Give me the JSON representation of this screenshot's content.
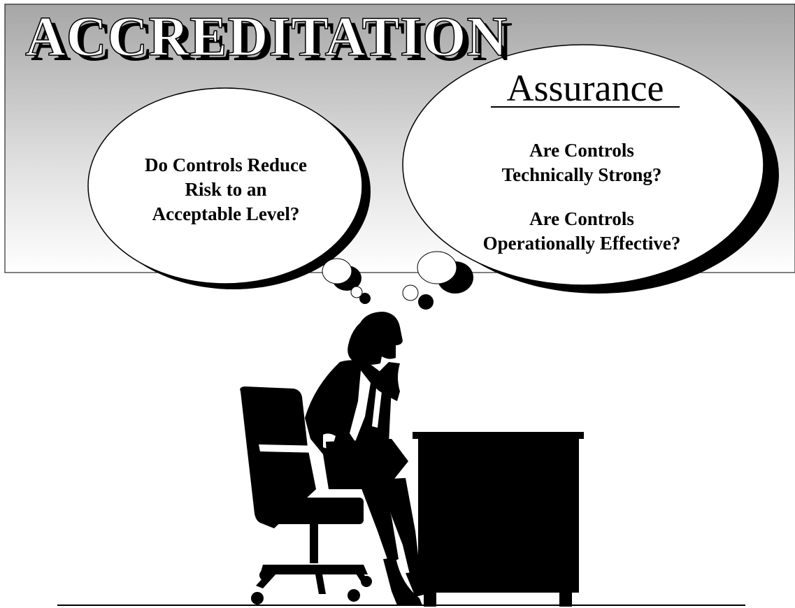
{
  "slide": {
    "title": "ACCREDITATION",
    "left_bubble": {
      "lines": [
        "Do Controls Reduce",
        "Risk to an",
        "Acceptable Level?"
      ]
    },
    "right_bubble": {
      "title": "Assurance",
      "question1": [
        "Are Controls",
        "Technically Strong?"
      ],
      "question2": [
        "Are Controls",
        "Operationally Effective?"
      ]
    }
  },
  "colors": {
    "banner_top": "#a6a6a6",
    "banner_bottom": "#ffffff",
    "ink": "#000000",
    "paper": "#ffffff"
  },
  "icons": {
    "figure": "businesswoman-thinking-silhouette",
    "chair": "office-chair-silhouette",
    "desk": "desk-silhouette"
  }
}
